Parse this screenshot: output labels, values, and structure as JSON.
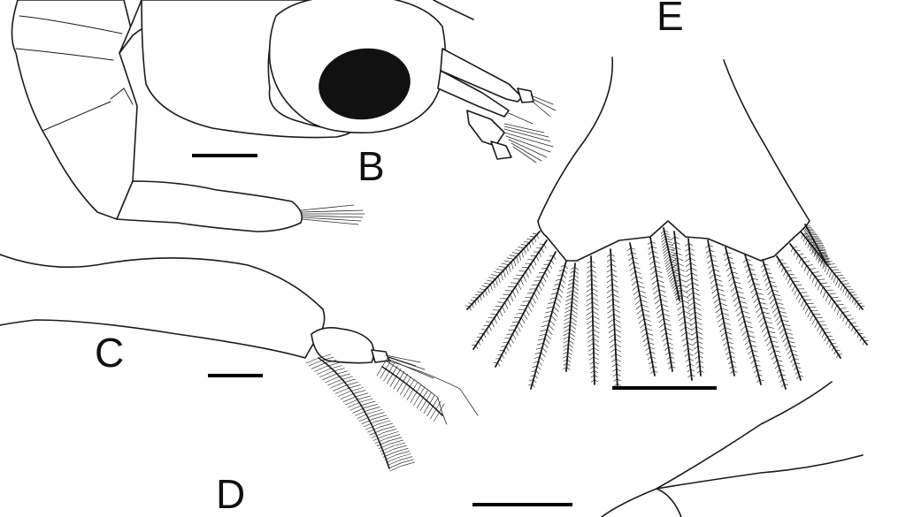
{
  "figure": {
    "panel_labels": {
      "b": "B",
      "c": "C",
      "d": "D",
      "e": "E"
    },
    "colors": {
      "ink": "#1a1a1a",
      "background": "#ffffff"
    }
  }
}
